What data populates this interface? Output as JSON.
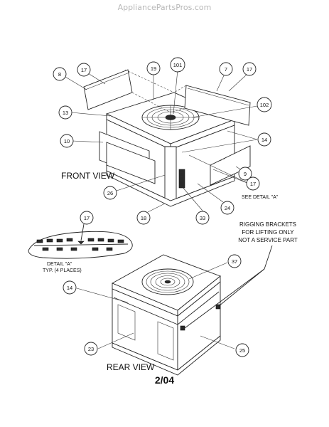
{
  "watermark": "AppliancePartsPros.com",
  "front_view_label": "FRONT VIEW",
  "rear_view_label": "REAR VIEW",
  "see_detail": "SEE DETAIL \"A\"",
  "detail_label_1": "DETAIL \"A\"",
  "detail_label_2": "TYP. (4 PLACES)",
  "rigging_note": [
    "RIGGING BRACKETS",
    "FOR LIFTING ONLY",
    "NOT A SERVICE PART"
  ],
  "callouts": {
    "c8": "8",
    "c17a": "17",
    "c19": "19",
    "c101": "101",
    "c7": "7",
    "c17b": "17",
    "c13": "13",
    "c102": "102",
    "c10": "10",
    "c14a": "14",
    "c9": "9",
    "c17c": "17",
    "c26": "26",
    "c24": "24",
    "c18": "18",
    "c33": "33",
    "c17d": "17",
    "c37": "37",
    "c14b": "14",
    "c23": "23",
    "c25": "25"
  },
  "footer": "2/04"
}
